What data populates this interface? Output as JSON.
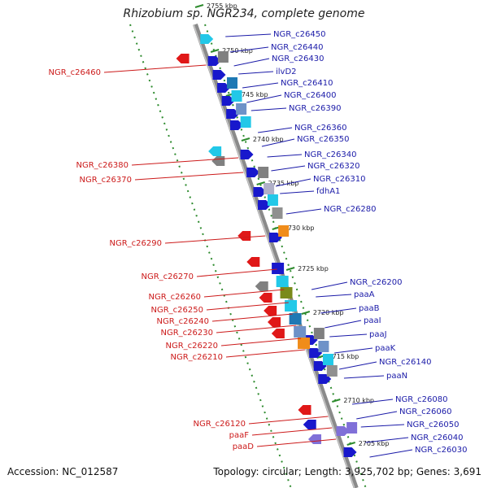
{
  "title": "Rhizobium sp. NGR234, complete genome",
  "accession": "Accession: NC_012587",
  "summary": "Topology: circular; Length: 3,925,702 bp; Genes: 3,691",
  "colors": {
    "forward_label": "#1a1aa8",
    "reverse_label": "#cc1a1a",
    "backbone": "#8a8a8a",
    "ticks": "#2e8b2e"
  },
  "kbp_ticks": [
    "2755 kbp",
    "2750 kbp",
    "2745 kbp",
    "2740 kbp",
    "2735 kbp",
    "2730 kbp",
    "2725 kbp",
    "2720 kbp",
    "2715 kbp",
    "2710 kbp",
    "2705 kbp"
  ],
  "forward_genes": [
    "NGR_c26450",
    "NGR_c26440",
    "NGR_c26430",
    "ilvD2",
    "NGR_c26410",
    "NGR_c26400",
    "NGR_c26390",
    "NGR_c26360",
    "NGR_c26350",
    "NGR_c26340",
    "NGR_c26320",
    "NGR_c26310",
    "fdhA1",
    "NGR_c26280",
    "NGR_c26200",
    "paaA",
    "paaB",
    "paaI",
    "paaJ",
    "paaK",
    "NGR_c26140",
    "paaN",
    "NGR_c26080",
    "NGR_c26060",
    "NGR_c26050",
    "NGR_c26040",
    "NGR_c26030"
  ],
  "reverse_genes": [
    "NGR_c26460",
    "NGR_c26380",
    "NGR_c26370",
    "NGR_c26290",
    "NGR_c26270",
    "NGR_c26260",
    "NGR_c26250",
    "NGR_c26240",
    "NGR_c26230",
    "NGR_c26220",
    "NGR_c26210",
    "NGR_c26120",
    "paaF",
    "paaD"
  ]
}
